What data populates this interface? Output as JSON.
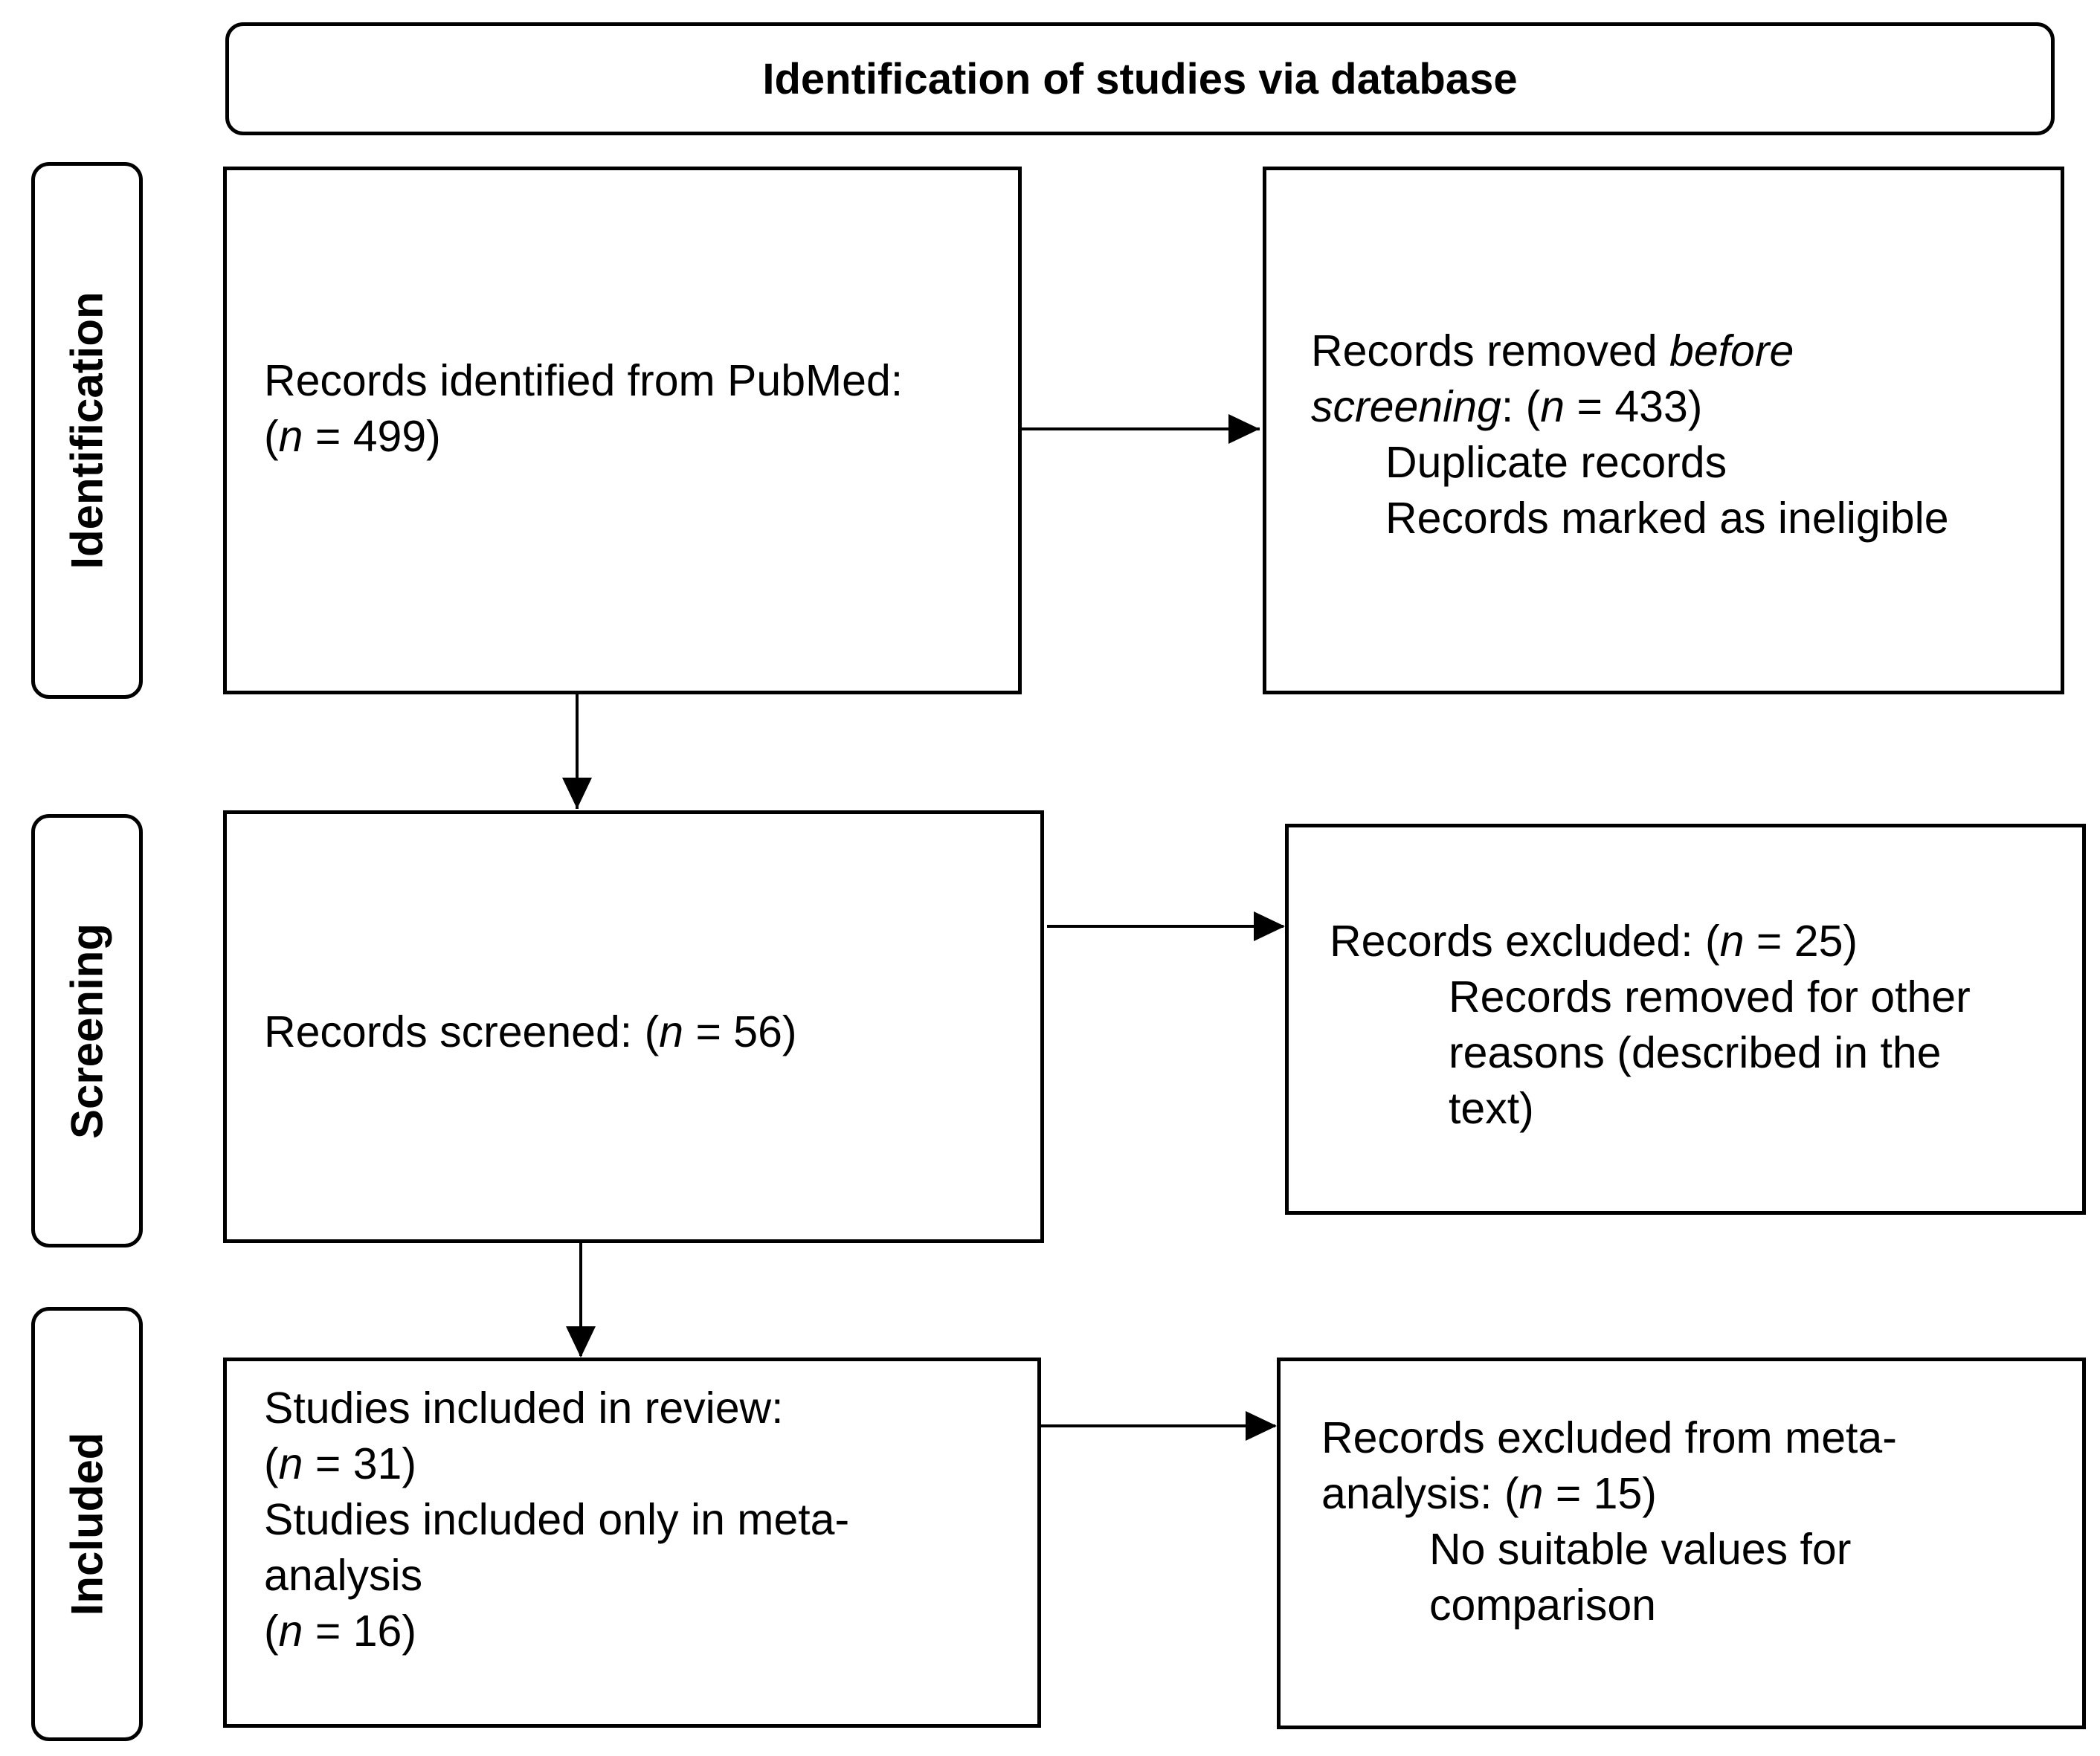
{
  "header": {
    "title": "Identification of studies via database"
  },
  "stages": {
    "identification": "Identification",
    "screening": "Screening",
    "included": "Included"
  },
  "boxes": {
    "identified": {
      "line1": "Records identified from PubMed:",
      "open": "(",
      "n": "n",
      "rest": " = 499)"
    },
    "removed": {
      "pre": "Records removed ",
      "em": "before",
      "em2": "screening",
      "mid": ": (",
      "n": "n",
      "rest": " = 433)",
      "item1": "Duplicate records",
      "item2": "Records marked as ineligible"
    },
    "screened": {
      "pre": "Records screened: (",
      "n": "n",
      "rest": " = 56)"
    },
    "excluded": {
      "pre": "Records excluded: (",
      "n": "n",
      "rest": " = 25)",
      "reason1": "Records removed for other",
      "reason2": "reasons (described in the",
      "reason3": "text)"
    },
    "included": {
      "line1": "Studies included in review:",
      "n1_open": "(",
      "n1": "n",
      "n1_rest": " = 31)",
      "line3": "Studies included only in meta-",
      "line4": "analysis",
      "n2_open": "(",
      "n2": "n",
      "n2_rest": " = 16)"
    },
    "meta_excluded": {
      "line1": "Records excluded from meta-",
      "pre2": "analysis: (",
      "n": "n",
      "rest": " = 15)",
      "reason1": "No suitable values for",
      "reason2": "comparison"
    }
  }
}
